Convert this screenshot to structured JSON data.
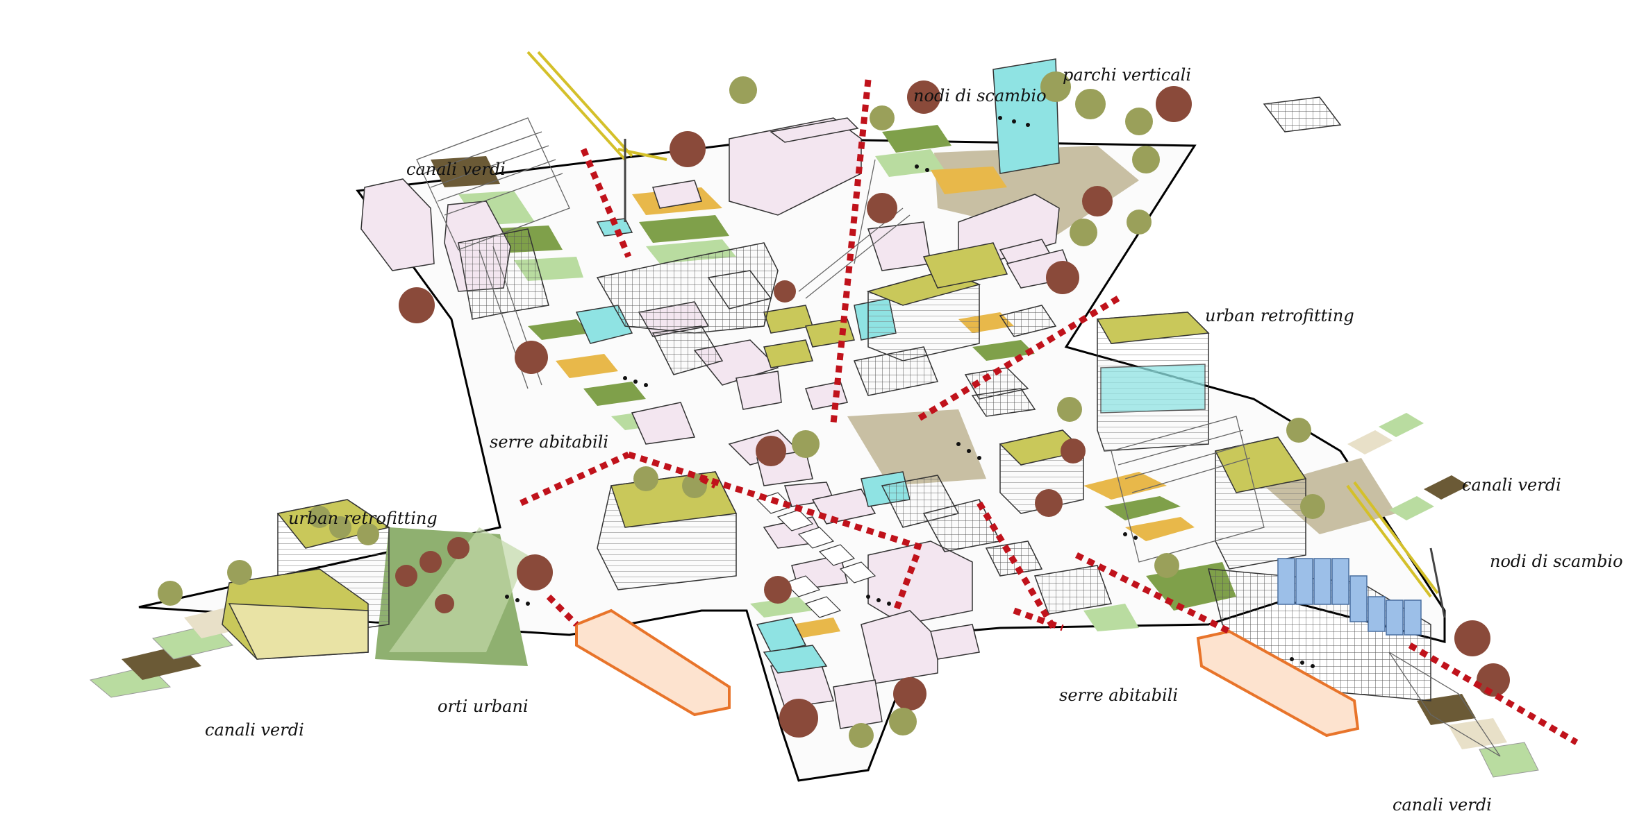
{
  "labels": {
    "canali_verdi_top": "canali verdi",
    "nodi_di_scambio_top": "nodi di scambio",
    "parchi_verticali": "parchi verticali",
    "urban_retrofitting_right": "urban retrofitting",
    "serre_abitabili_left": "serre abitabili",
    "urban_retrofitting_left": "urban retrofitting",
    "canali_verdi_right": "canali verdi",
    "nodi_di_scambio_right": "nodi di scambio",
    "orti_urbani": "orti urbani",
    "canali_verdi_bottom_left": "canali verdi",
    "serre_abitabili_bottom": "serre abitabili",
    "canali_verdi_bottom_right": "canali verdi"
  },
  "colors": {
    "building_pink": "#f3e6f0",
    "roof_green": "#c9c85a",
    "field_green": "#7fa04a",
    "light_green": "#b9dca0",
    "field_yellow": "#e8b84a",
    "plaza_tan": "#c8bfa3",
    "canal_brown": "#6b5a36",
    "glass_cyan": "#8fe3e3",
    "crane_yellow": "#e7d23a",
    "dash_red": "#c0121b",
    "tree_brown": "#8a4a3a",
    "tree_olive": "#9aa05a",
    "tram_orange": "#e8742a"
  }
}
